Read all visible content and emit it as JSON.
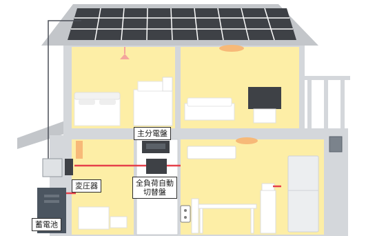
{
  "labels": {
    "main_panel": "主分電盤",
    "transformer": "変圧器",
    "auto_switch_line1": "全負荷自動",
    "auto_switch_line2": "切替盤",
    "battery": "蓄電池"
  },
  "colors": {
    "roof": "#c3c6ca",
    "wall": "#d4d7db",
    "room": "#fdeea6",
    "solar_panel": "#3e4146",
    "cable": "#e5404a",
    "wire": "#4a4f57",
    "battery": "#4b5560",
    "lamp": "#f4a59c",
    "ceiling_light": "#f7b978"
  }
}
